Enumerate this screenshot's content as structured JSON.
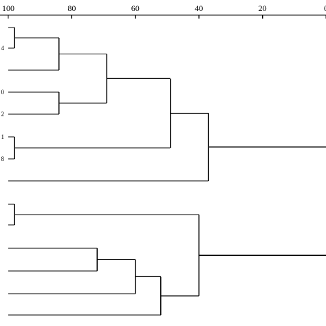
{
  "chart_data": {
    "type": "dendrogram",
    "orientation": "horizontal",
    "axis": {
      "position": "top",
      "ticks": [
        {
          "value": 100,
          "label": "100"
        },
        {
          "value": 80,
          "label": "80"
        },
        {
          "value": 60,
          "label": "60"
        },
        {
          "value": 40,
          "label": "40"
        },
        {
          "value": 20,
          "label": "20"
        },
        {
          "value": 0,
          "label": "0"
        }
      ],
      "range": [
        100,
        0
      ]
    },
    "leaves": [
      {
        "id": "l1",
        "label": ""
      },
      {
        "id": "l2",
        "label": "4"
      },
      {
        "id": "l3",
        "label": ""
      },
      {
        "id": "l4",
        "label": "0"
      },
      {
        "id": "l5",
        "label": "2"
      },
      {
        "id": "l6",
        "label": "1"
      },
      {
        "id": "l7",
        "label": "8"
      },
      {
        "id": "l8",
        "label": ""
      },
      {
        "id": "l9",
        "label": ""
      },
      {
        "id": "l10",
        "label": ""
      },
      {
        "id": "l11",
        "label": ""
      },
      {
        "id": "l12",
        "label": ""
      },
      {
        "id": "l13",
        "label": ""
      },
      {
        "id": "l14",
        "label": ""
      }
    ],
    "merges": [
      {
        "id": "A",
        "left": "l1",
        "right": "l2",
        "similarity": 98
      },
      {
        "id": "B",
        "left": "A",
        "right": "l3",
        "similarity": 84
      },
      {
        "id": "C",
        "left": "l4",
        "right": "l5",
        "similarity": 84
      },
      {
        "id": "D",
        "left": "B",
        "right": "C",
        "similarity": 69
      },
      {
        "id": "E",
        "left": "l6",
        "right": "l7",
        "similarity": 98
      },
      {
        "id": "F",
        "left": "D",
        "right": "E",
        "similarity": 49
      },
      {
        "id": "G",
        "left": "F",
        "right": "l8",
        "similarity": 37
      },
      {
        "id": "H",
        "left": "l9",
        "right": "l10",
        "similarity": 98
      },
      {
        "id": "I",
        "left": "l11",
        "right": "l12",
        "similarity": 72
      },
      {
        "id": "J",
        "left": "I",
        "right": "l13",
        "similarity": 60
      },
      {
        "id": "K",
        "left": "J",
        "right": "l14",
        "similarity": 52
      },
      {
        "id": "L",
        "left": "H",
        "right": "K",
        "similarity": 40
      }
    ],
    "root_tails": [
      {
        "node": "G",
        "to_similarity": 0
      },
      {
        "node": "L",
        "to_similarity": 0
      }
    ]
  }
}
